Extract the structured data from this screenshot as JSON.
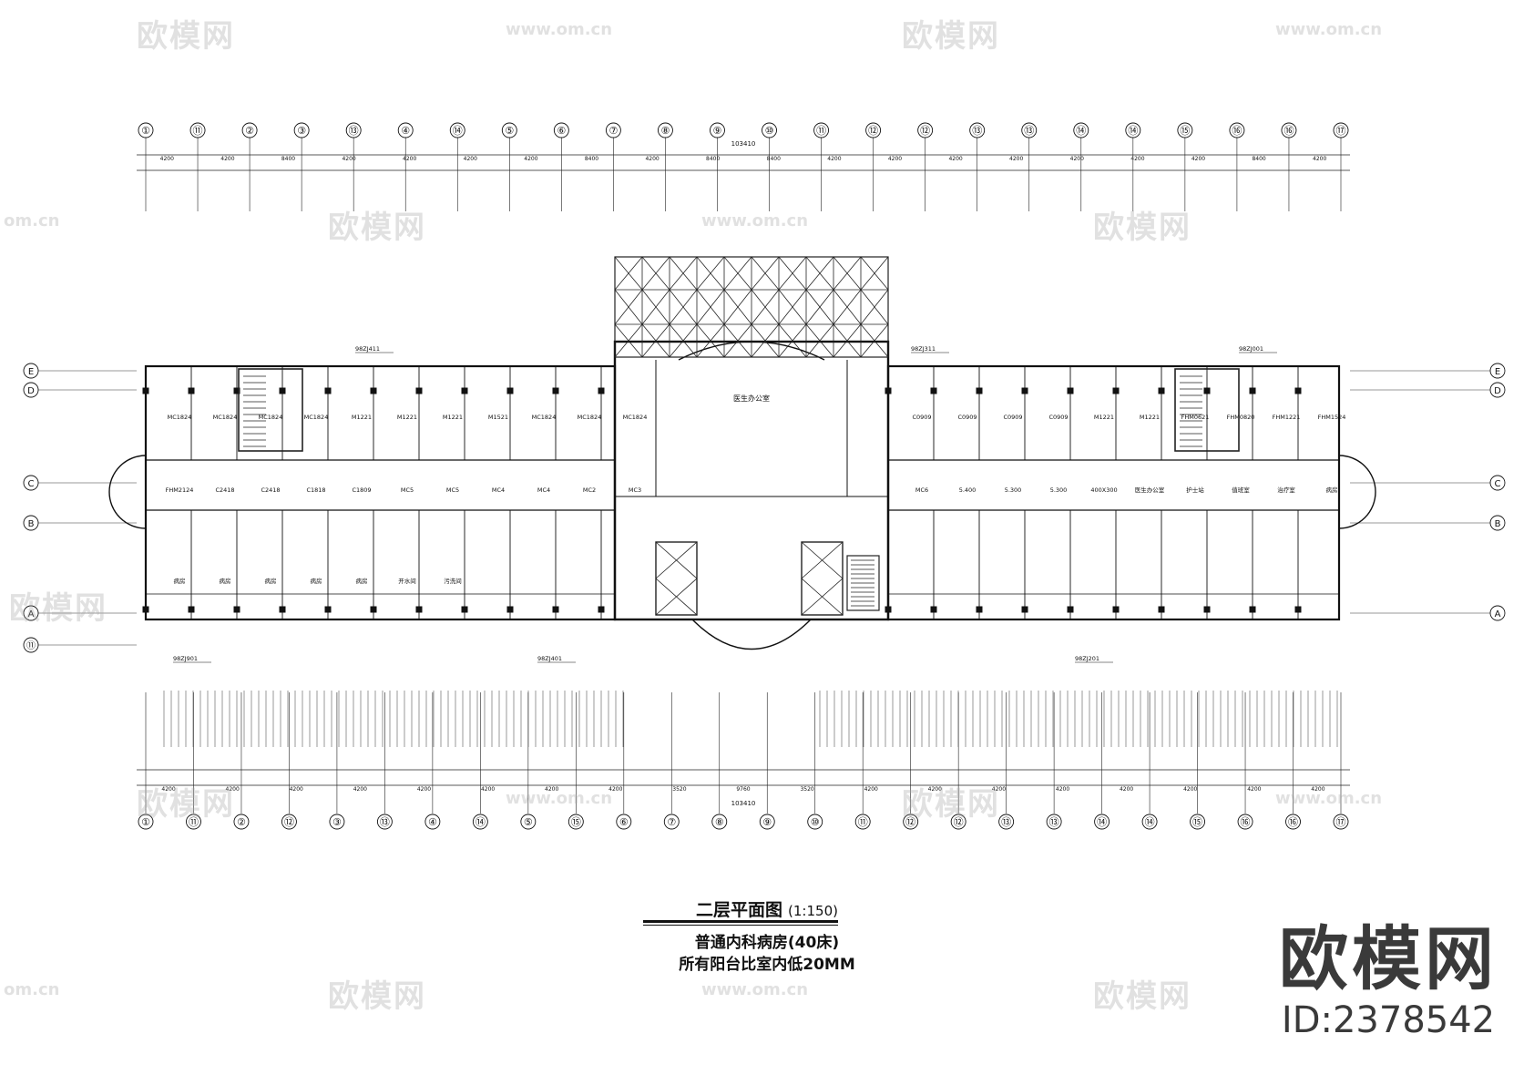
{
  "drawing": {
    "title": "二层平面图",
    "scale": "(1:150)",
    "notes": [
      "普通内科病房(40床)",
      "所有阳台比室内低20MM"
    ],
    "total_dimension": "103410",
    "top_axes": [
      "①",
      "⑪",
      "②",
      "③",
      "⑬",
      "④",
      "⑭",
      "⑤",
      "⑥",
      "⑦",
      "⑧",
      "⑨",
      "⑩",
      "⑪",
      "⑫",
      "⑫",
      "⑬",
      "⑬",
      "⑭",
      "⑭",
      "⑮",
      "⑯",
      "⑯",
      "⑰"
    ],
    "bottom_axes": [
      "①",
      "⑪",
      "②",
      "⑫",
      "③",
      "⑬",
      "④",
      "⑭",
      "⑤",
      "⑮",
      "⑥",
      "⑦",
      "⑧",
      "⑨",
      "⑩",
      "⑪",
      "⑫",
      "⑫",
      "⑬",
      "⑬",
      "⑭",
      "⑭",
      "⑮",
      "⑯",
      "⑯",
      "⑰"
    ],
    "row_axes_left": [
      "E",
      "D",
      "C",
      "B",
      "A",
      "⑪"
    ],
    "row_axes_right": [
      "E",
      "D",
      "C",
      "B",
      "A"
    ],
    "top_spans": [
      "4200",
      "4200",
      "8400",
      "4200",
      "4200",
      "4200",
      "4200",
      "8400",
      "4200",
      "8400",
      "8400",
      "4200",
      "4200",
      "4200",
      "4200",
      "4200",
      "4200",
      "4200",
      "8400",
      "4200"
    ],
    "bottom_spans": [
      "4200",
      "4200",
      "4200",
      "4200",
      "4200",
      "4200",
      "4200",
      "4200",
      "3520",
      "9760",
      "3520",
      "4200",
      "4200",
      "4200",
      "4200",
      "4200",
      "4200",
      "4200",
      "4200"
    ],
    "room_labels": [
      "MC1824",
      "MC1824",
      "MC1824",
      "MC1824",
      "M1221",
      "M1221",
      "M1221",
      "M1521",
      "MC1824",
      "MC1824",
      "MC1824",
      "C0909",
      "C0909",
      "C0909",
      "C0909",
      "M1221",
      "M1221",
      "FHM0621",
      "FHM0820",
      "FHM1221",
      "FHM1524",
      "FHM2124",
      "C2418",
      "C2418",
      "C1818",
      "C1809",
      "MC5",
      "MC5",
      "MC4",
      "MC4",
      "MC2",
      "MC3",
      "MC6",
      "5.400",
      "5.300",
      "5.300",
      "400X300",
      "医生办公室",
      "护士站",
      "值班室",
      "治疗室",
      "病房",
      "病房",
      "病房",
      "病房",
      "病房",
      "病房",
      "开水间",
      "污洗间"
    ],
    "callouts": [
      "98ZJ901",
      "98ZJ411",
      "98ZJ401",
      "98ZJ311",
      "98ZJ201",
      "98ZJ001"
    ]
  },
  "watermark": {
    "logo_text": "欧模网",
    "url_text": "www.om.cn",
    "url_text_short": "om.cn",
    "id_text": "ID:2378542"
  }
}
